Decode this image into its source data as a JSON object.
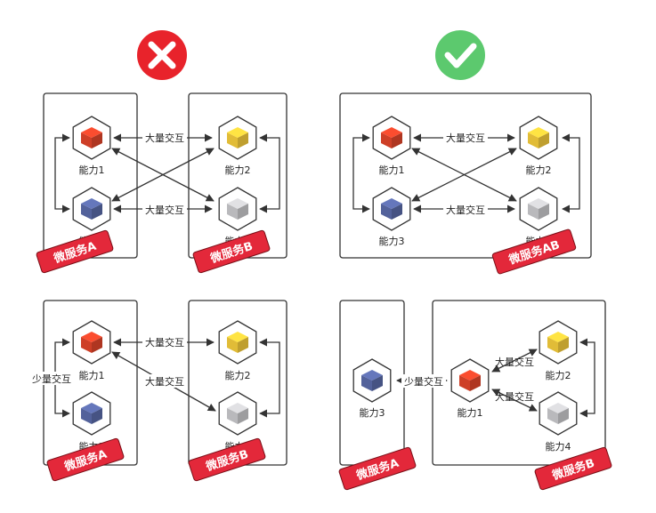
{
  "verdict": {
    "wrong_icon": "cross-icon",
    "right_icon": "check-icon",
    "wrong_color": "#e8232b",
    "right_color": "#5cc96e"
  },
  "colors": {
    "red": "#e0452a",
    "yellow": "#f5cc3c",
    "blue": "#5a6aa8",
    "gray": "#c9c9cc",
    "tag": "#e3283a",
    "line": "#333333"
  },
  "edge_labels": {
    "heavy": "大量交互",
    "light": "少量交互"
  },
  "panels": {
    "top_left": {
      "nodes": {
        "n1": "能力1",
        "n2": "能力2",
        "n3": "能力3",
        "n4": "能力4"
      },
      "tags": {
        "a": "微服务A",
        "b": "微服务B"
      }
    },
    "top_right": {
      "nodes": {
        "n1": "能力1",
        "n2": "能力2",
        "n3": "能力3",
        "n4": "能力4"
      },
      "tags": {
        "ab": "微服务AB"
      }
    },
    "bottom_left": {
      "nodes": {
        "n1": "能力1",
        "n2": "能力2",
        "n3": "能力3",
        "n4": "能力4"
      },
      "tags": {
        "a": "微服务A",
        "b": "微服务B"
      }
    },
    "bottom_right": {
      "nodes": {
        "n1": "能力1",
        "n2": "能力2",
        "n3": "能力3",
        "n4": "能力4"
      },
      "tags": {
        "a": "微服务A",
        "b": "微服务B"
      }
    }
  }
}
